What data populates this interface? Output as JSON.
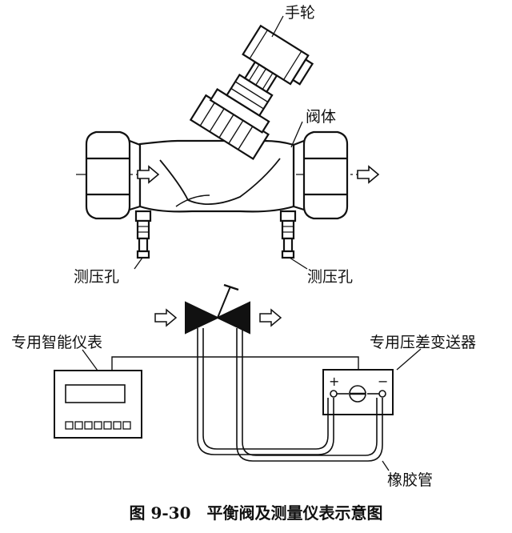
{
  "labels": {
    "handwheel": "手轮",
    "valve_body": "阀体",
    "pressure_port_left": "测压孔",
    "pressure_port_right": "测压孔",
    "smart_meter": "专用智能仪表",
    "dp_transmitter": "专用压差变送器",
    "rubber_tube": "橡胶管",
    "plus": "+",
    "minus": "−"
  },
  "caption": "图 9-30　平衡阀及测量仪表示意图"
}
